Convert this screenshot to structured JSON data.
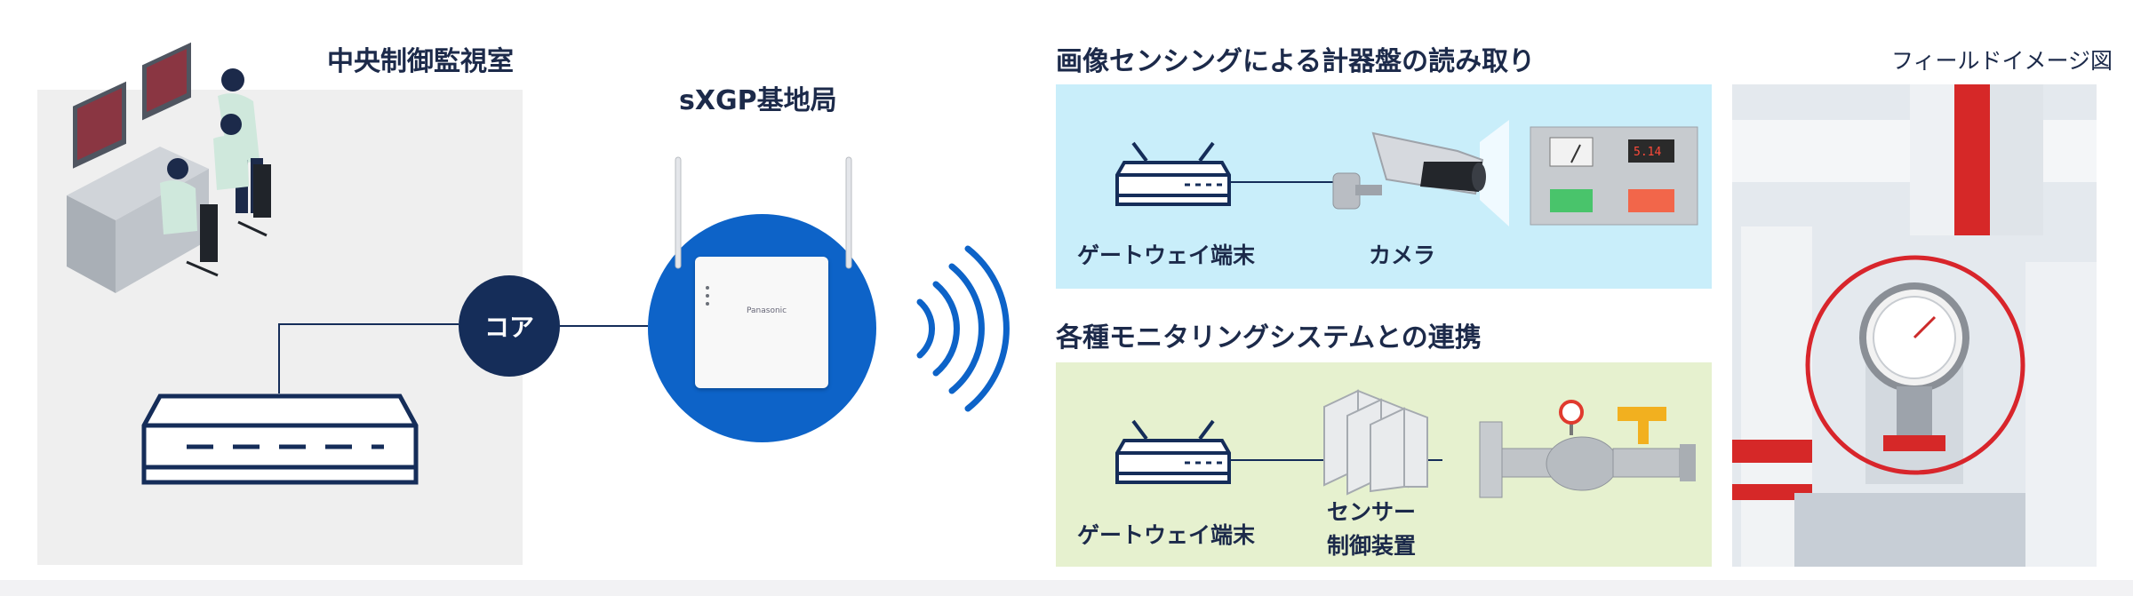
{
  "left": {
    "control_room_title": "中央制御監視室",
    "core_label": "コア",
    "base_station_title": "sXGP基地局",
    "device_brand": "Panasonic"
  },
  "right": {
    "section1_title": "画像センシングによる計器盤の読み取り",
    "section1_gateway": "ゲートウェイ端末",
    "section1_camera": "カメラ",
    "meter_reading": "5.14",
    "section2_title": "各種モニタリングシステムとの連携",
    "section2_gateway": "ゲートウェイ端末",
    "section2_sensor_line1": "センサー",
    "section2_sensor_line2": "制御装置",
    "photo_caption": "フィールドイメージ図"
  },
  "colors": {
    "navy": "#152d59",
    "blue": "#0d63c8",
    "panel_blue": "#c9eefa",
    "panel_green": "#e6f1cf",
    "gray_bg": "#efefef",
    "red_ring": "#d8252b"
  },
  "icons": [
    "router-icon",
    "server-icon",
    "camera-icon",
    "gauge-icon",
    "valve-icon",
    "sensor-controller-icon",
    "wifi-wave-icon",
    "operator-illustration"
  ]
}
